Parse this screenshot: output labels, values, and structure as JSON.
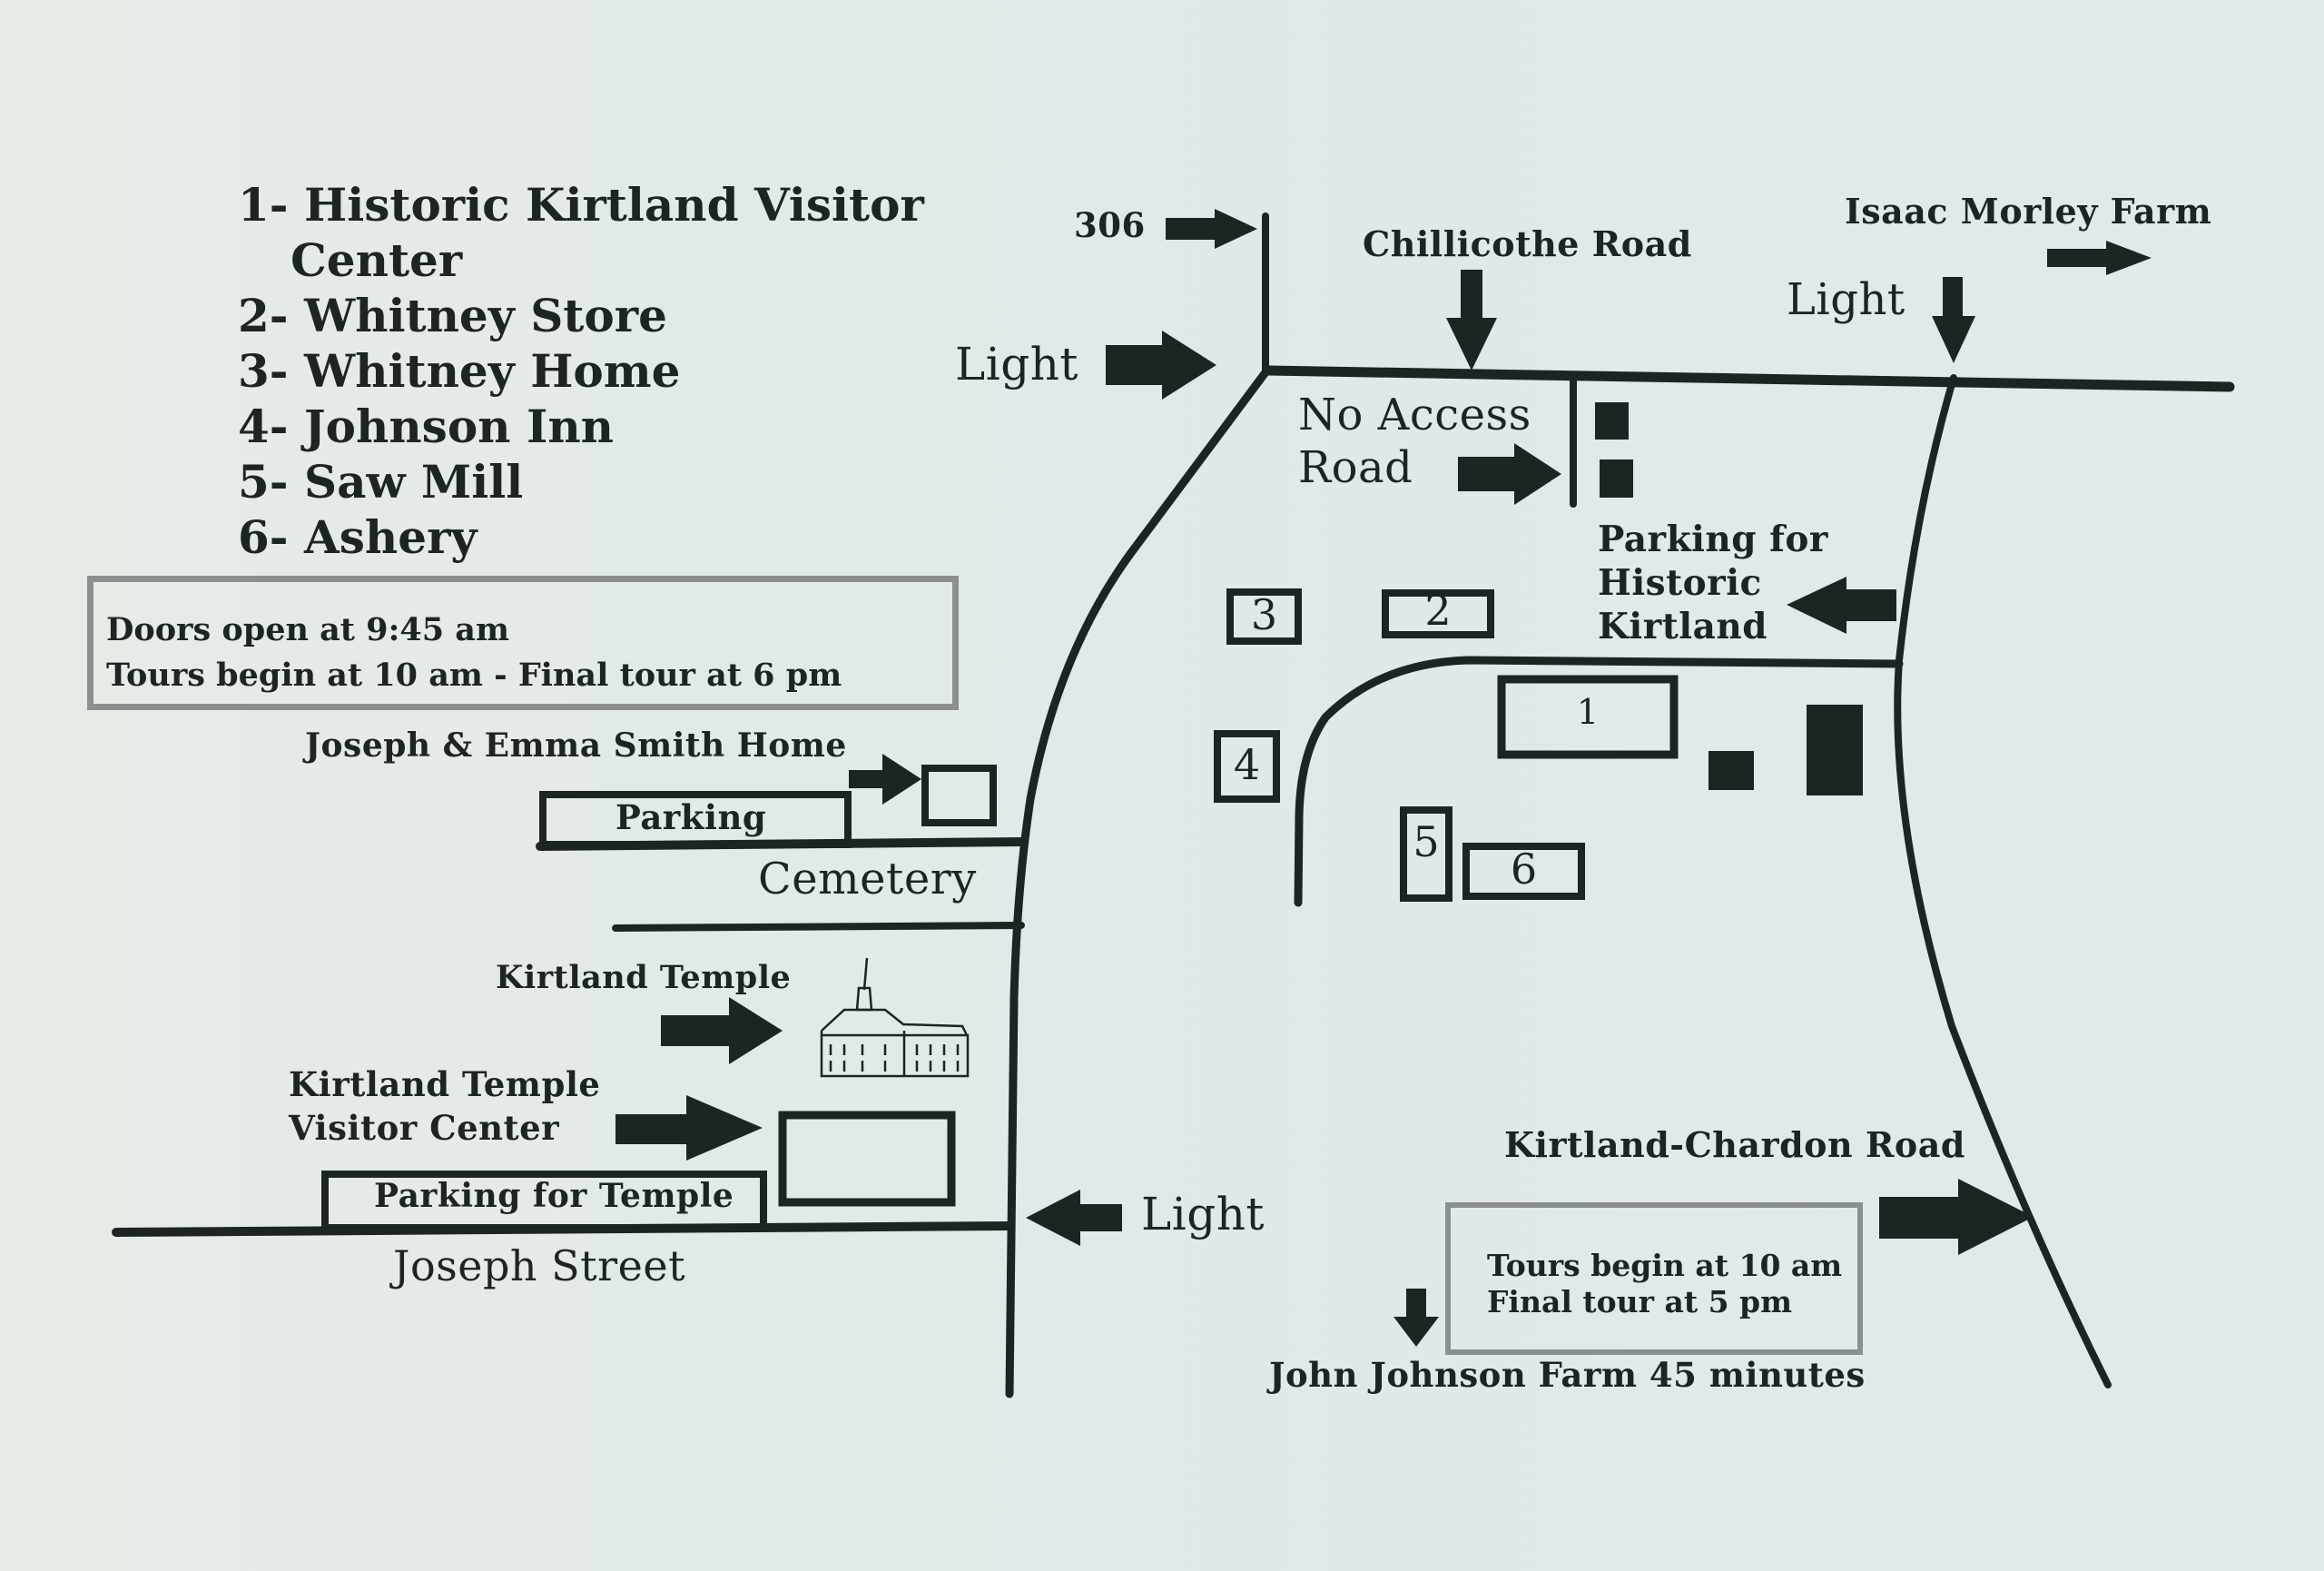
{
  "legend": {
    "items": [
      {
        "number": "1-",
        "name": "Historic Kirtland Visitor",
        "name_cont": "Center"
      },
      {
        "number": "2-",
        "name": "Whitney Store"
      },
      {
        "number": "3-",
        "name": "Whitney Home"
      },
      {
        "number": "4-",
        "name": "Johnson Inn"
      },
      {
        "number": "5-",
        "name": "Saw Mill"
      },
      {
        "number": "6-",
        "name": "Ashery"
      }
    ]
  },
  "hours_box": {
    "line1": "Doors open at 9:45 am",
    "line2": "Tours begin at 10 am - Final tour at 6 pm"
  },
  "farm_box": {
    "line1": "Tours begin at 10 am",
    "line2": "Final tour at 5 pm"
  },
  "labels": {
    "route_306": "306",
    "chillicothe_road": "Chillicothe Road",
    "isaac_morley_farm": "Isaac Morley Farm",
    "light_top_left": "Light",
    "light_top_right": "Light",
    "light_bottom": "Light",
    "no_access_road_1": "No Access",
    "no_access_road_2": "Road",
    "parking_historic_1": "Parking for",
    "parking_historic_2": "Historic",
    "parking_historic_3": "Kirtland",
    "smith_home": "Joseph & Emma Smith Home",
    "parking": "Parking",
    "cemetery": "Cemetery",
    "kirtland_temple": "Kirtland Temple",
    "temple_visitor_center_1": "Kirtland Temple",
    "temple_visitor_center_2": "Visitor Center",
    "parking_for_temple": "Parking for Temple",
    "joseph_street": "Joseph Street",
    "kirtland_chardon_road": "Kirtland-Chardon Road",
    "john_johnson_farm": "John Johnson Farm 45 minutes"
  },
  "buildings": {
    "b1": "1",
    "b2": "2",
    "b3": "3",
    "b4": "4",
    "b5": "5",
    "b6": "6"
  },
  "colors": {
    "ink": "#1c2424",
    "box_border": "#8a8f90",
    "paper": "#e2eae8"
  }
}
